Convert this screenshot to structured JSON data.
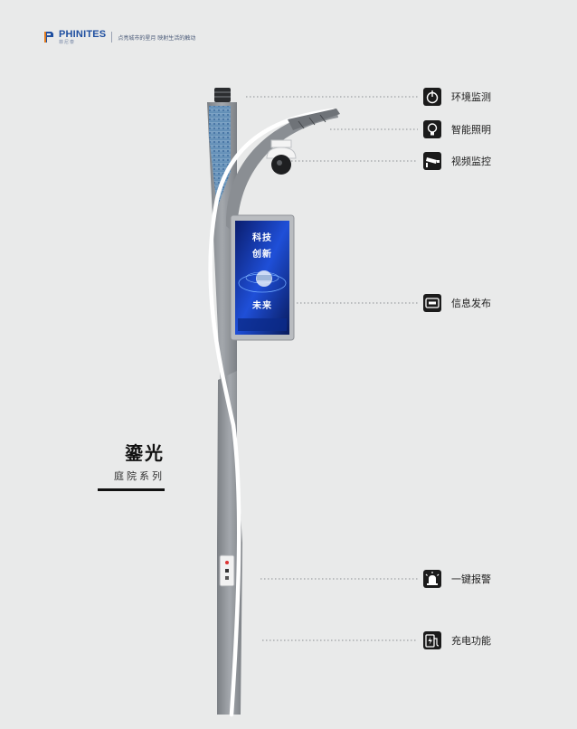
{
  "header": {
    "brand": "PHINITES",
    "brand_sub": "菲尼泰",
    "slogan": "点亮城市的星月 映射生活的触动"
  },
  "title": {
    "main": "鎏光",
    "sub": "庭院系列"
  },
  "sign": {
    "line1": "科技",
    "line2": "创新",
    "line3": "未来"
  },
  "features": [
    {
      "label": "环境监测",
      "icon": "environment-sensor-icon"
    },
    {
      "label": "智能照明",
      "icon": "lightbulb-icon"
    },
    {
      "label": "视频监控",
      "icon": "cctv-camera-icon"
    },
    {
      "label": "信息发布",
      "icon": "led-screen-icon"
    },
    {
      "label": "一键报警",
      "icon": "alarm-beacon-icon"
    },
    {
      "label": "充电功能",
      "icon": "charging-icon"
    }
  ],
  "colors": {
    "background": "#e9eaea",
    "brand_blue": "#1f4fa0",
    "icon_dark": "#1b1b1b",
    "pole_gray": "#8b8f94",
    "light_strip": "#ffffff"
  }
}
